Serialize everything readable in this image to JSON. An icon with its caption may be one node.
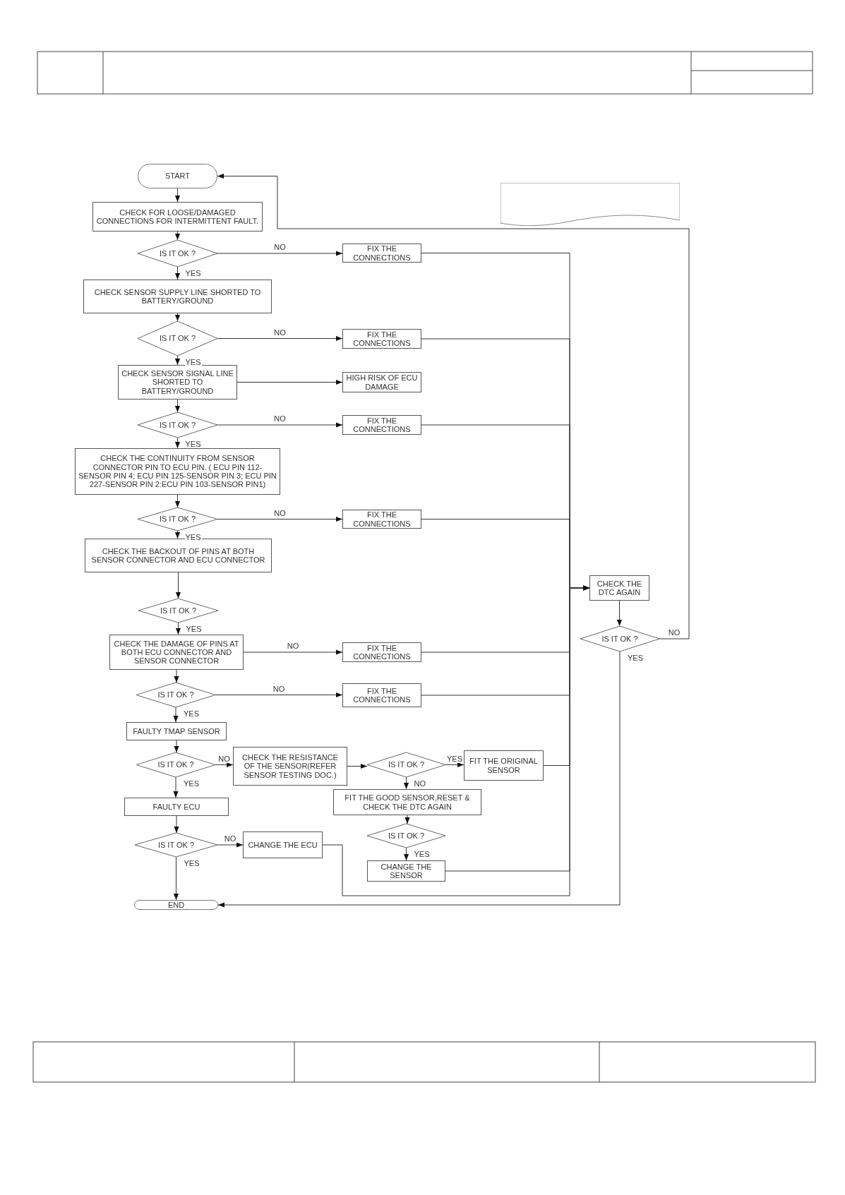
{
  "diagram": {
    "nodes": [
      {
        "text": [
          "START"
        ]
      },
      {
        "text": [
          "CHECK FOR LOOSE/DAMAGED CONNECTIONS FOR INTERMITTENT FAULT."
        ]
      },
      {
        "text": [
          "IS IT OK ?"
        ]
      },
      {
        "text": [
          "FIX THE CONNECTIONS"
        ]
      },
      {
        "text": [
          "CHECK SENSOR SUPPLY LINE SHORTED TO BATTERY/GROUND"
        ]
      },
      {
        "text": [
          "IS IT OK ?"
        ]
      },
      {
        "text": [
          "FIX THE CONNECTIONS"
        ]
      },
      {
        "text": [
          "CHECK SENSOR SIGNAL LINE SHORTED TO BATTERY/GROUND"
        ]
      },
      {
        "text": [
          "HIGH RISK OF ECU DAMAGE"
        ]
      },
      {
        "text": [
          "IS IT OK ?"
        ]
      },
      {
        "text": [
          "FIX THE CONNECTIONS"
        ]
      },
      {
        "text": [
          "CHECK THE  CONTINUITY FROM SENSOR CONNECTOR PIN TO ECU PIN. ( ECU PIN 112-SENSOR PIN 4; ECU PIN 125-SENSOR PIN 3; ECU PIN 227-SENSOR PIN 2:ECU PIN 103-SENSOR PIN1)"
        ]
      },
      {
        "text": [
          "IS IT OK ?"
        ]
      },
      {
        "text": [
          "FIX THE CONNECTIONS"
        ]
      },
      {
        "text": [
          "CHECK THE BACKOUT OF PINS AT BOTH SENSOR CONNECTOR AND ECU CONNECTOR"
        ]
      },
      {
        "text": [
          "IS IT OK ?"
        ]
      },
      {
        "text": [
          "CHECK THE DAMAGE OF PINS AT BOTH ECU CONNECTOR AND SENSOR CONNECTOR"
        ]
      },
      {
        "text": [
          "FIX THE CONNECTIONS"
        ]
      },
      {
        "text": [
          "IS IT OK ?"
        ]
      },
      {
        "text": [
          "FIX THE CONNECTIONS"
        ]
      },
      {
        "text": [
          "FAULTY  TMAP SENSOR"
        ]
      },
      {
        "text": [
          "IS IT OK ?"
        ]
      },
      {
        "text": [
          "CHECK THE RESISTANCE OF THE SENSOR(REFER SENSOR TESTING DOC.)"
        ]
      },
      {
        "text": [
          "IS IT OK ?"
        ]
      },
      {
        "text": [
          "FIT THE ORIGINAL SENSOR"
        ]
      },
      {
        "text": [
          "FIT THE GOOD SENSOR,RESET & CHECK THE DTC AGAIN"
        ]
      },
      {
        "text": [
          "IS IT OK ?"
        ]
      },
      {
        "text": [
          "CHANGE THE SENSOR"
        ]
      },
      {
        "text": [
          "FAULTY ECU"
        ]
      },
      {
        "text": [
          "IS IT OK ?"
        ]
      },
      {
        "text": [
          "CHANGE THE ECU"
        ]
      },
      {
        "text": [
          "END"
        ]
      },
      {
        "text": [
          "CHECK THE DTC AGAIN"
        ]
      },
      {
        "text": [
          "IS IT OK ?"
        ]
      },
      {
        "text": [],
        "shape": "document"
      }
    ],
    "edges": [
      {
        "from": 0,
        "to": 1,
        "arrow": "to"
      },
      {
        "from": 1,
        "to": 2,
        "arrow": "to"
      },
      {
        "from": 2,
        "to": 3,
        "arrow": "to",
        "label": "NO"
      },
      {
        "from": 2,
        "to": 4,
        "arrow": "to",
        "label": "YES"
      },
      {
        "from": 4,
        "to": 5,
        "arrow": "to"
      },
      {
        "from": 5,
        "to": 6,
        "arrow": "to",
        "label": "NO"
      },
      {
        "from": 5,
        "to": 7,
        "arrow": "to",
        "label": "YES"
      },
      {
        "from": 7,
        "to": 8,
        "arrow": "to"
      },
      {
        "from": 7,
        "to": 9,
        "arrow": "to"
      },
      {
        "from": 9,
        "to": 10,
        "arrow": "to",
        "label": "NO"
      },
      {
        "from": 9,
        "to": 11,
        "arrow": "to",
        "label": "YES"
      },
      {
        "from": 11,
        "to": 12,
        "arrow": "to"
      },
      {
        "from": 12,
        "to": 13,
        "arrow": "to",
        "label": "NO"
      },
      {
        "from": 12,
        "to": 14,
        "arrow": "to",
        "label": "YES"
      },
      {
        "from": 14,
        "to": 15,
        "arrow": "to"
      },
      {
        "from": 15,
        "to": 16,
        "arrow": "to",
        "label": "YES"
      },
      {
        "from": 16,
        "to": 17,
        "arrow": "to",
        "label": "NO"
      },
      {
        "from": 16,
        "to": 18,
        "arrow": "to"
      },
      {
        "from": 18,
        "to": 19,
        "arrow": "to",
        "label": "NO"
      },
      {
        "from": 18,
        "to": 20,
        "arrow": "to",
        "label": "YES"
      },
      {
        "from": 20,
        "to": 21,
        "arrow": "to"
      },
      {
        "from": 21,
        "to": 22,
        "arrow": "to",
        "label": "NO"
      },
      {
        "from": 21,
        "to": 28,
        "arrow": "to",
        "label": "YES"
      },
      {
        "from": 22,
        "to": 23,
        "arrow": "to"
      },
      {
        "from": 23,
        "to": 24,
        "arrow": "to",
        "label": "YES"
      },
      {
        "from": 23,
        "to": 25,
        "arrow": "to",
        "label": "NO"
      },
      {
        "from": 25,
        "to": 26,
        "arrow": "to"
      },
      {
        "from": 26,
        "to": 27,
        "arrow": "to",
        "label": "YES"
      },
      {
        "from": 28,
        "to": 29,
        "arrow": "to"
      },
      {
        "from": 29,
        "to": 30,
        "arrow": "to",
        "label": "NO"
      },
      {
        "from": 29,
        "to": 31,
        "arrow": "to",
        "label": "YES"
      },
      {
        "from": 3,
        "to": 32,
        "arrow": "to"
      },
      {
        "from": 6,
        "to": 32,
        "arrow": "to"
      },
      {
        "from": 10,
        "to": 32,
        "arrow": "to"
      },
      {
        "from": 13,
        "to": 32,
        "arrow": "to"
      },
      {
        "from": 17,
        "to": 32,
        "arrow": "to"
      },
      {
        "from": 19,
        "to": 32,
        "arrow": "to"
      },
      {
        "from": 24,
        "to": 32,
        "arrow": "to"
      },
      {
        "from": 27,
        "to": 32,
        "arrow": "to"
      },
      {
        "from": 30,
        "to": 32,
        "arrow": "to"
      },
      {
        "from": 32,
        "to": 33,
        "arrow": "to"
      },
      {
        "from": 33,
        "to": 0,
        "arrow": "to",
        "label": "NO"
      },
      {
        "from": 33,
        "to": 31,
        "arrow": "to",
        "label": "YES"
      }
    ]
  }
}
